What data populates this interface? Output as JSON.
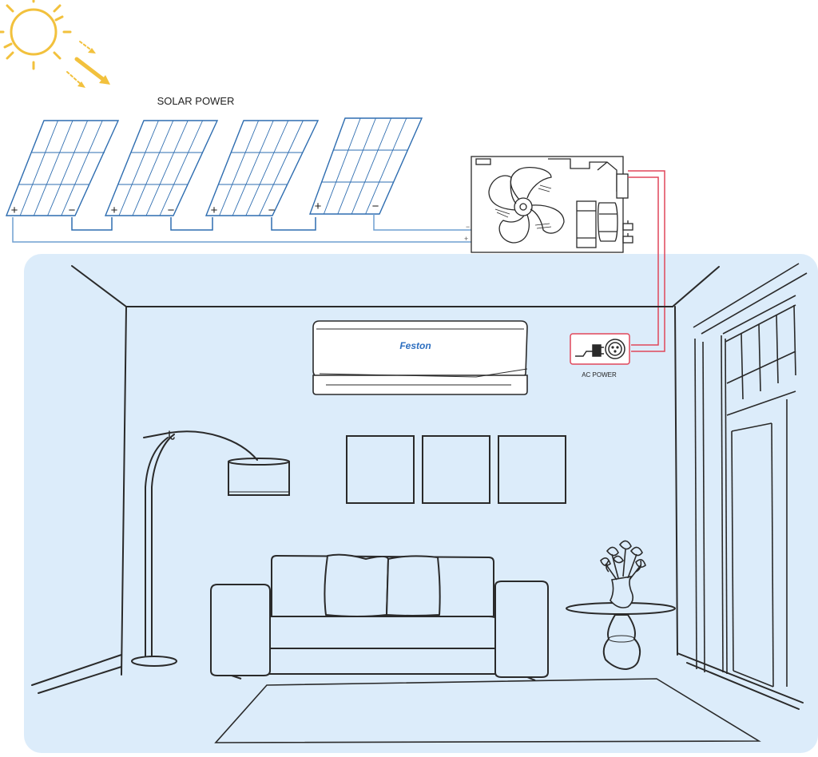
{
  "labels": {
    "solar_power": "SOLAR POWER",
    "ac_power": "AC POWER",
    "brand": "Feston"
  },
  "terminals": {
    "plus": "+",
    "minus": "−"
  },
  "colors": {
    "sun": "#f2c13d",
    "panel_line": "#2e6db0",
    "room_bg": "#dcecfa",
    "sketch_line": "#2a2a2a",
    "wire_red": "#e0475a",
    "wire_blue": "#3b6fb0",
    "brand_text": "#2d6fc0"
  },
  "icons": {
    "sun": "sun-icon",
    "plug": "plug-icon",
    "socket": "socket-icon"
  }
}
